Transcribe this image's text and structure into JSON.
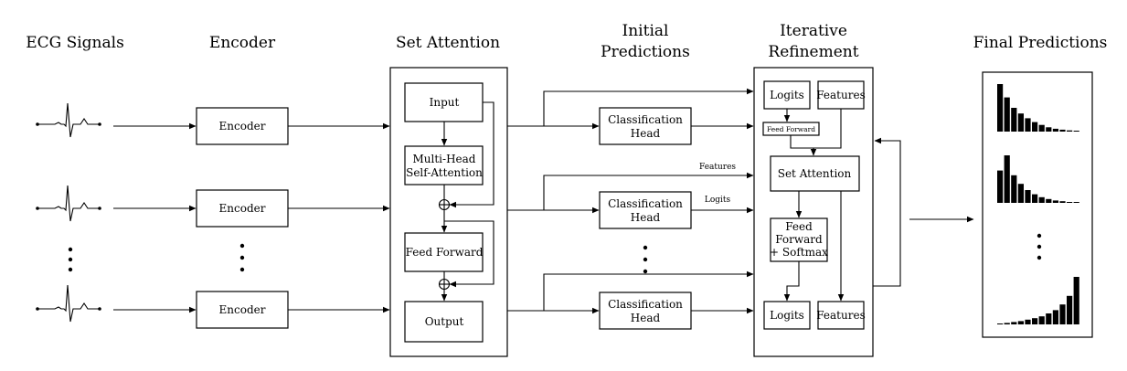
{
  "titles": {
    "ecg": "ECG Signals",
    "encoder": "Encoder",
    "set_attention": "Set Attention",
    "initial_line1": "Initial",
    "initial_line2": "Predictions",
    "iterative_line1": "Iterative",
    "iterative_line2": "Refinement",
    "final": "Final Predictions"
  },
  "encoder_label": "Encoder",
  "set_attention_block": {
    "input": "Input",
    "mhsa_line1": "Multi-Head",
    "mhsa_line2": "Self-Attention",
    "feed_forward": "Feed Forward",
    "output": "Output"
  },
  "classification_head": {
    "line1": "Classification",
    "line2": "Head"
  },
  "side_labels": {
    "features": "Features",
    "logits": "Logits"
  },
  "refinement": {
    "logits_in": "Logits",
    "features_in": "Features",
    "feed_forward_small": "Feed Forward",
    "set_attention": "Set Attention",
    "ff_line1": "Feed",
    "ff_line2": "Forward",
    "ff_line3": "+ Softmax",
    "logits_out": "Logits",
    "features_out": "Features"
  },
  "final_distributions": [
    [
      1.0,
      0.72,
      0.5,
      0.38,
      0.28,
      0.2,
      0.14,
      0.09,
      0.06,
      0.04,
      0.025,
      0.015
    ],
    [
      0.68,
      1.0,
      0.58,
      0.4,
      0.27,
      0.18,
      0.12,
      0.08,
      0.05,
      0.035,
      0.02,
      0.012
    ],
    [
      0.015,
      0.03,
      0.05,
      0.07,
      0.1,
      0.13,
      0.17,
      0.23,
      0.3,
      0.42,
      0.6,
      1.0
    ]
  ]
}
